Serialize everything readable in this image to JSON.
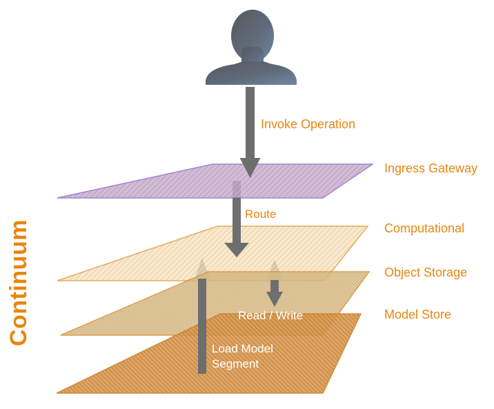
{
  "diagram": {
    "title": "Continuum",
    "accent_color": "#E8860F",
    "arrow_color": "#6E6E6E",
    "actor": {
      "icon": "user-silhouette",
      "color_top": "#56595E",
      "color_bottom": "#6F87A5"
    },
    "layers": [
      {
        "label": "Ingress Gateway",
        "fill": "#B2A4E3",
        "stripe": "#F0B894",
        "border": "#8E6FD0",
        "texture": "diagonal-hatch"
      },
      {
        "label": "Computational",
        "fill": "#F8E5C4",
        "stripe": "#EDD0A2",
        "border": "#DD932F",
        "texture": "diagonal-hatch"
      },
      {
        "label": "Object Storage",
        "fill": "#DBBF8C",
        "stripe": "#C2A268",
        "border": "#D98E2E",
        "texture": "checker"
      },
      {
        "label": "Model Store",
        "fill": "#CB873C",
        "stripe": "#DFA45F",
        "border": "#CF7F26",
        "texture": "diagonal-hatch"
      }
    ],
    "flows": [
      {
        "label": "Invoke Operation",
        "direction": "down",
        "text_color": "#E8860F"
      },
      {
        "label": "Route",
        "direction": "down",
        "text_color": "#E8860F"
      },
      {
        "label": "Read / Write",
        "direction": "both",
        "text_color": "#FFFFFF"
      },
      {
        "label": "Load Model Segment",
        "direction": "up",
        "text_color": "#FFFFFF"
      }
    ]
  }
}
